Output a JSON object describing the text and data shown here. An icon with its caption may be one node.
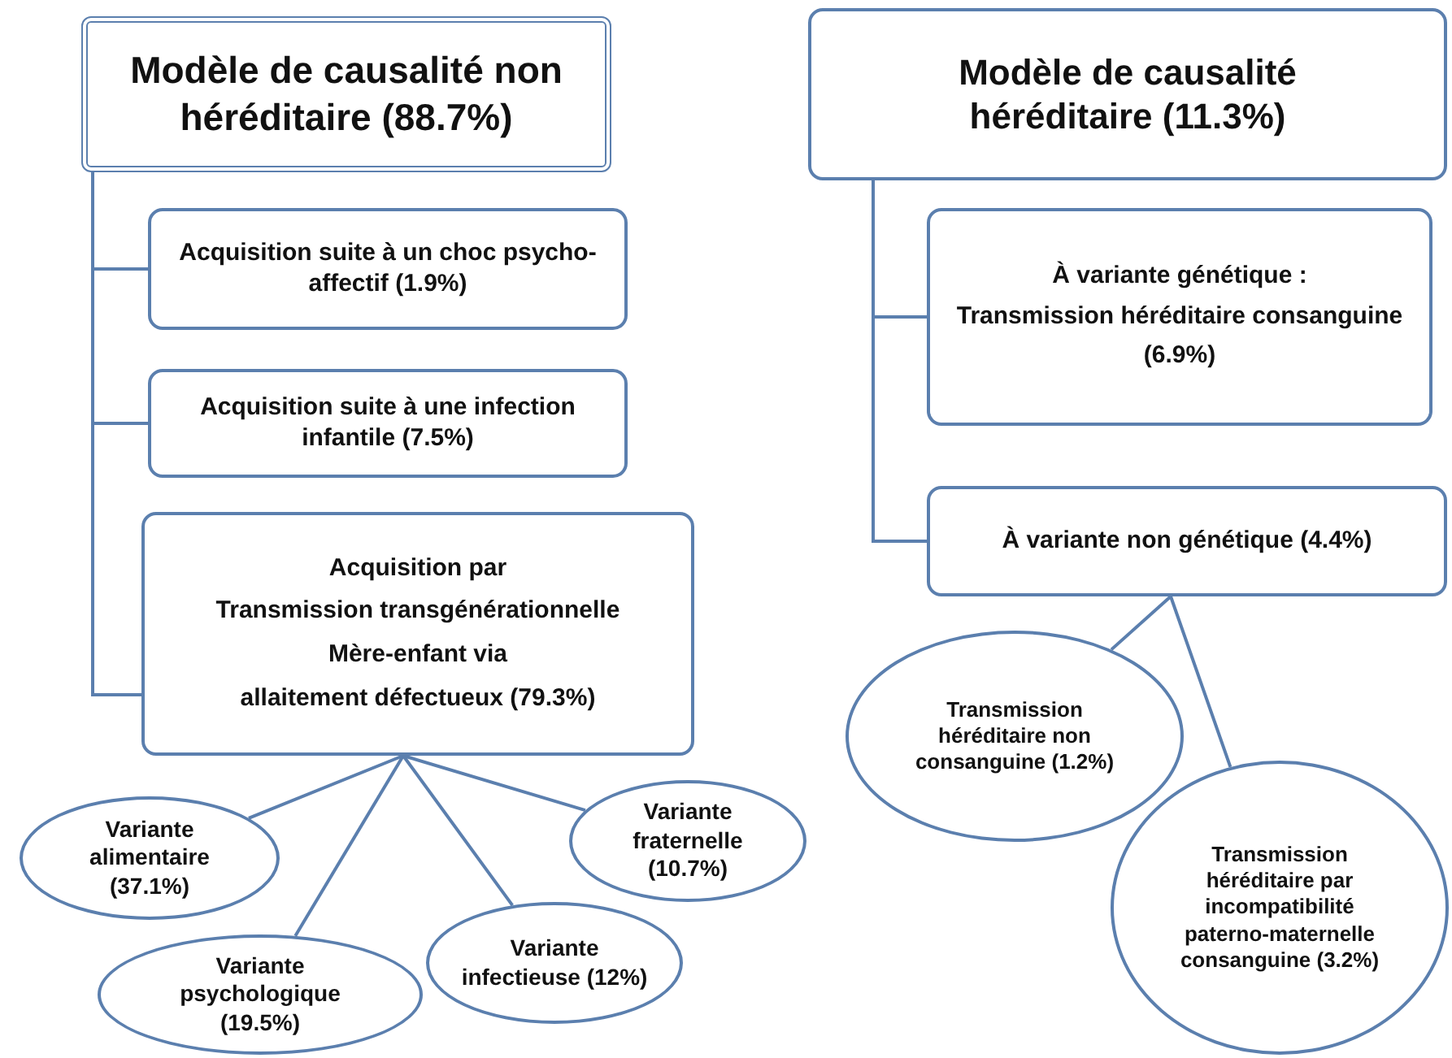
{
  "diagram": {
    "nodes": [
      {
        "text": [
          "Modèle de causalité non héréditaire (88.7%)"
        ]
      },
      {
        "text": [
          "Acquisition suite à un choc psycho-affectif (1.9%)"
        ]
      },
      {
        "text": [
          "Acquisition suite à une infection infantile (7.5%)"
        ]
      },
      {
        "text": [
          "Acquisition par",
          "Transmission transgénérationnelle",
          "Mère-enfant via",
          "allaitement défectueux (79.3%)"
        ]
      },
      {
        "text": [
          "Variante alimentaire (37.1%)"
        ]
      },
      {
        "text": [
          "Variante psychologique (19.5%)"
        ]
      },
      {
        "text": [
          "Variante infectieuse (12%)"
        ]
      },
      {
        "text": [
          "Variante fraternelle (10.7%)"
        ]
      },
      {
        "text": [
          "Modèle de causalité héréditaire (11.3%)"
        ]
      },
      {
        "text": [
          "À variante génétique :",
          "Transmission héréditaire consanguine",
          "(6.9%)"
        ]
      },
      {
        "text": [
          "À variante non génétique (4.4%)"
        ]
      },
      {
        "text": [
          "Transmission héréditaire non consanguine (1.2%)"
        ]
      },
      {
        "text": [
          "Transmission héréditaire par incompatibilité paterno-maternelle consanguine (3.2%)"
        ]
      }
    ],
    "edges": [
      {
        "from": 0,
        "to": 1,
        "arrow": "none"
      },
      {
        "from": 0,
        "to": 2,
        "arrow": "none"
      },
      {
        "from": 0,
        "to": 3,
        "arrow": "none"
      },
      {
        "from": 3,
        "to": 4,
        "arrow": "none"
      },
      {
        "from": 3,
        "to": 5,
        "arrow": "none"
      },
      {
        "from": 3,
        "to": 6,
        "arrow": "none"
      },
      {
        "from": 3,
        "to": 7,
        "arrow": "none"
      },
      {
        "from": 8,
        "to": 9,
        "arrow": "none"
      },
      {
        "from": 8,
        "to": 10,
        "arrow": "none"
      },
      {
        "from": 10,
        "to": 11,
        "arrow": "none"
      },
      {
        "from": 10,
        "to": 12,
        "arrow": "none"
      }
    ]
  }
}
